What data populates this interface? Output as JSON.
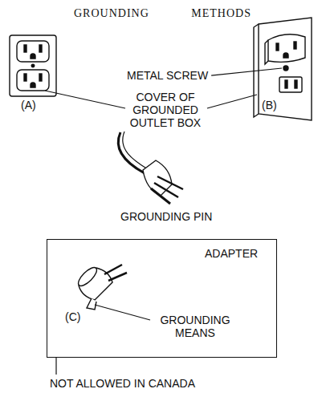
{
  "diagram": {
    "title": "GROUNDING METHODS",
    "nodes": [
      {
        "text": [
          "ADAPTER",
          "(C)",
          "GROUNDING MEANS"
        ]
      }
    ],
    "labels": [
      "METAL SCREW",
      "(A)",
      "(B)",
      "COVER OF GROUNDED OUTLET BOX",
      "GROUNDING PIN",
      "NOT ALLOWED IN CANADA"
    ]
  }
}
